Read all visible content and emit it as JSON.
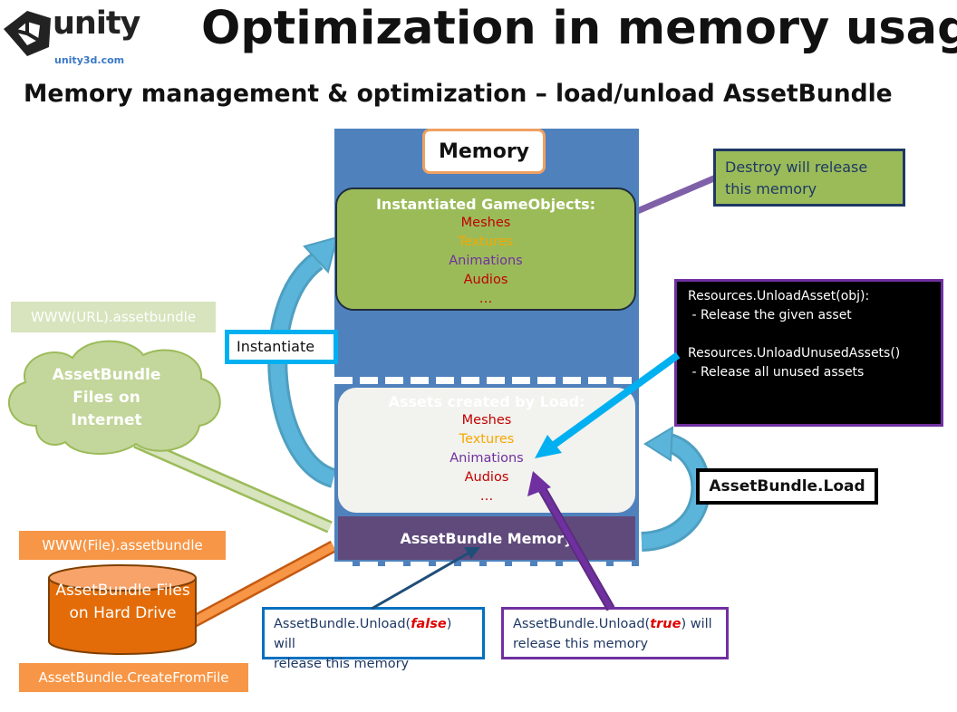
{
  "logo": {
    "name": "unity",
    "url": "unity3d.com"
  },
  "title": "Optimization in memory usage",
  "subtitle": "Memory management & optimization – load/unload AssetBundle",
  "memory": {
    "label": "Memory",
    "instantiated": {
      "title": "Instantiated GameObjects:",
      "items": [
        "Meshes",
        "Textures",
        "Animations",
        "Audios",
        "…"
      ]
    },
    "loaded": {
      "title": "Assets created by Load:",
      "items": [
        "Meshes",
        "Textures",
        "Animations",
        "Audios",
        "…"
      ]
    },
    "assetbundle_memory": "AssetBundle Memory"
  },
  "callouts": {
    "destroy": "Destroy will release this memory",
    "resources": {
      "line1": "Resources.UnloadAsset(obj):",
      "line2": " - Release the given asset",
      "line3": "Resources.UnloadUnusedAssets()",
      "line4": " - Release all unused assets"
    },
    "instantiate": "Instantiate",
    "assetbundle_load": "AssetBundle.Load",
    "unload_false": {
      "prefix": "AssetBundle.Unload(",
      "arg": "false",
      "suffix": ") will",
      "line2": "release this memory"
    },
    "unload_true": {
      "prefix": "AssetBundle.Unload(",
      "arg": "true",
      "suffix": ") will",
      "line2": "release this memory"
    }
  },
  "sources": {
    "www_url": "WWW(URL).assetbundle",
    "internet_files": "AssetBundle Files on Internet",
    "www_file": "WWW(File).assetbundle",
    "drive_files": "AssetBundle Files on Hard Drive",
    "create_from_file": "AssetBundle.CreateFromFile"
  },
  "colors": {
    "memory_blue": "#4f81bd",
    "green": "#9bbb59",
    "purple": "#7030a0",
    "cyan": "#00b0f0",
    "orange": "#f79646",
    "drive_orange": "#e36c09"
  }
}
